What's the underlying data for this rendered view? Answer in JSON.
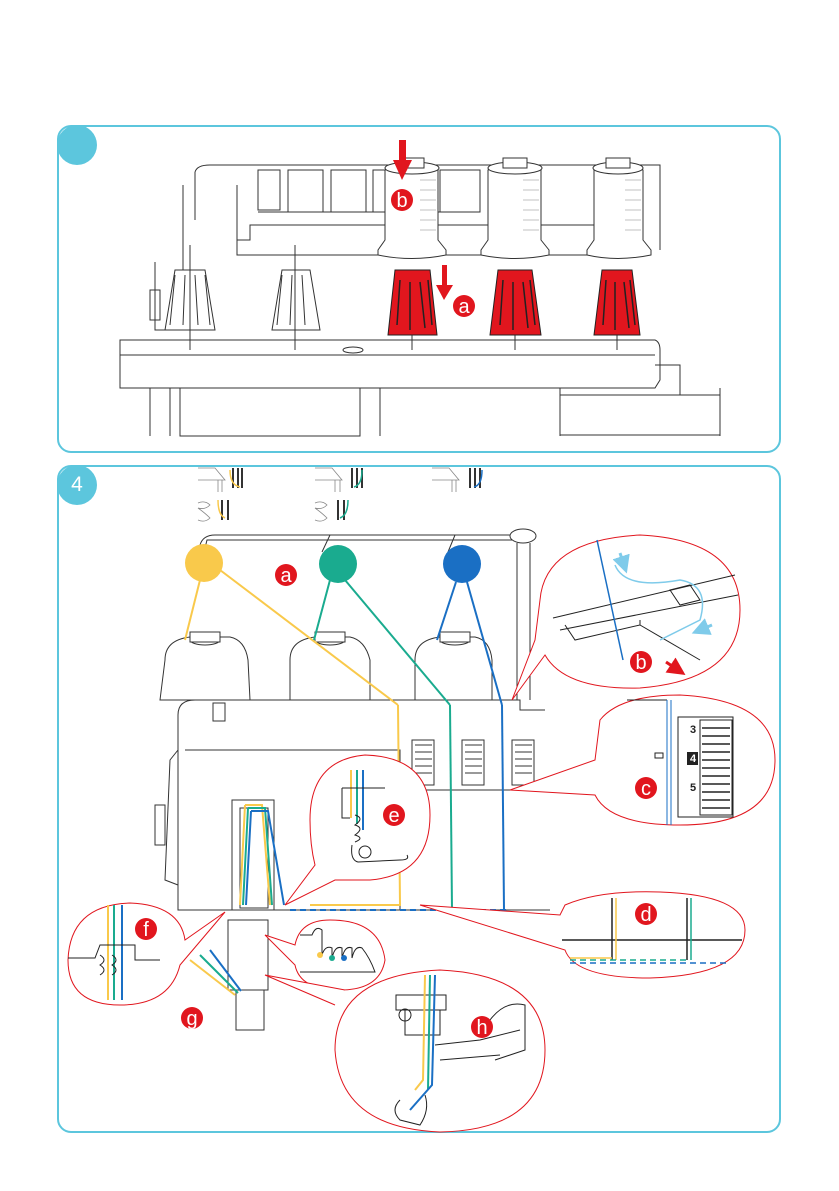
{
  "page": {
    "type": "instruction-manual-page",
    "accent_color": "#5cc6dd",
    "callout_color": "#e1161e"
  },
  "steps": [
    {
      "number": "",
      "title": "Spool holder and cone placement",
      "labels": [
        {
          "id": "b",
          "text": "b",
          "meaning": "place thread spool on pin"
        },
        {
          "id": "a",
          "text": "a",
          "meaning": "spool cap / cone holder pushed down"
        }
      ]
    },
    {
      "number": "4",
      "title": "Threading paths",
      "thread_colors": [
        {
          "name": "yellow",
          "hex": "#f9c94b"
        },
        {
          "name": "green",
          "hex": "#1aab8f"
        },
        {
          "name": "blue",
          "hex": "#1a6fc4"
        }
      ],
      "labels": [
        {
          "id": "a",
          "text": "a"
        },
        {
          "id": "b",
          "text": "b"
        },
        {
          "id": "c",
          "text": "c"
        },
        {
          "id": "d",
          "text": "d"
        },
        {
          "id": "e",
          "text": "e"
        },
        {
          "id": "f",
          "text": "f"
        },
        {
          "id": "g",
          "text": "g"
        },
        {
          "id": "h",
          "text": "h"
        }
      ],
      "tension_dial": {
        "values": [
          "3",
          "4",
          "5"
        ],
        "selected": "4"
      }
    }
  ]
}
